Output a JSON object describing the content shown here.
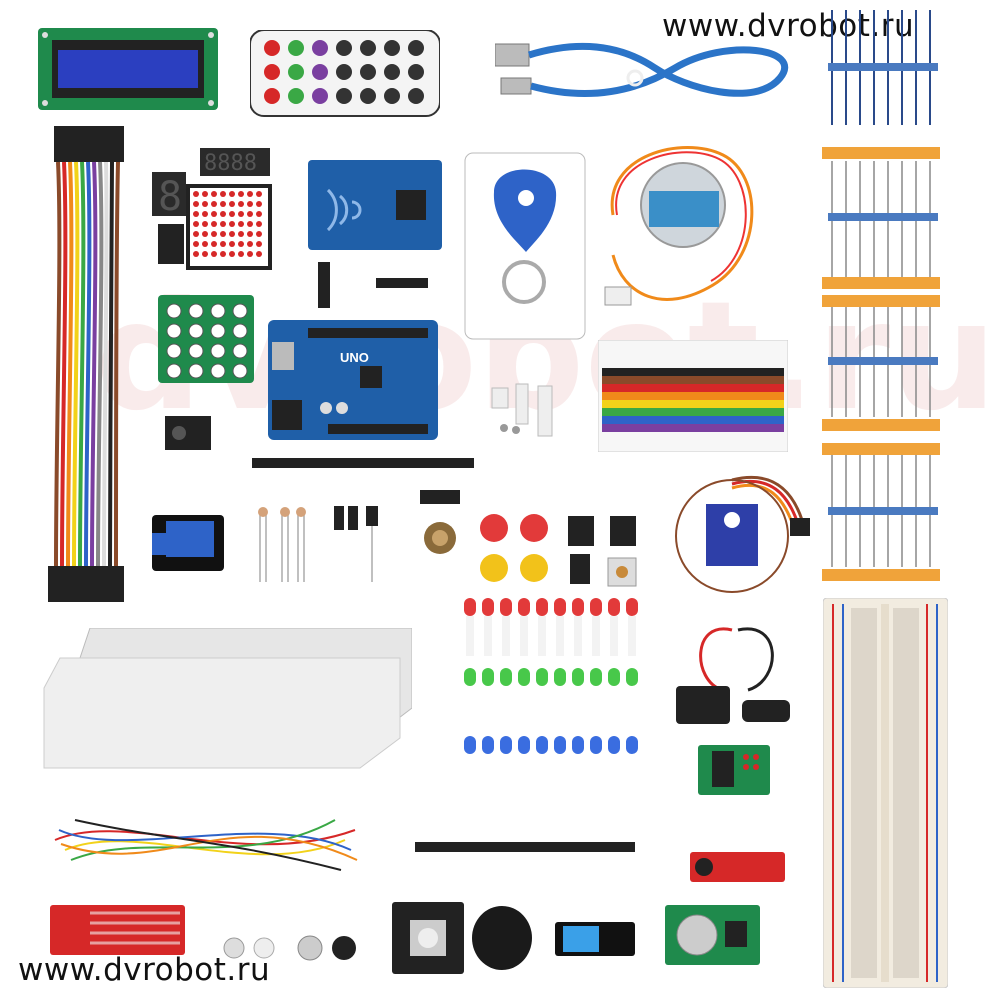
{
  "header": {
    "site_url": "www.dvrobot.ru"
  },
  "footer": {
    "site_url": "www.dvrobot.ru"
  },
  "watermark": {
    "text": "dvrobot.ru"
  },
  "uno_board": {
    "logo_text": "UNO"
  },
  "colors": {
    "pcb_blue": "#1f5fa8",
    "pcb_green": "#1f8a4c",
    "wire_red": "#d62828",
    "wire_green": "#3aa845",
    "wire_blue": "#2e63c8",
    "led_red": "#e23a3a",
    "led_green": "#48c84a",
    "led_blue": "#3a6de0",
    "resistor_tape": "#f0a33a",
    "breadboard": "#f2ece0"
  },
  "components": [
    "lcd-1602-display",
    "ir-remote-control",
    "usb-cable",
    "resistor-strip",
    "dupont-jumper-ribbon",
    "7-segment-display",
    "4-digit-display",
    "8x8-led-matrix",
    "rfid-reader-module",
    "rfid-key-fob",
    "stepper-motor",
    "uno-board",
    "keypad-4x4",
    "resistor-color-chart",
    "servo-motor",
    "breadboard",
    "relay-module",
    "potentiometer",
    "push-buttons",
    "led-array",
    "battery-clip",
    "stepper-driver-board",
    "sound-sensor",
    "water-sensor",
    "joystick-module",
    "dht11-sensor",
    "rtc-module",
    "breadboard-jumper-wires"
  ]
}
